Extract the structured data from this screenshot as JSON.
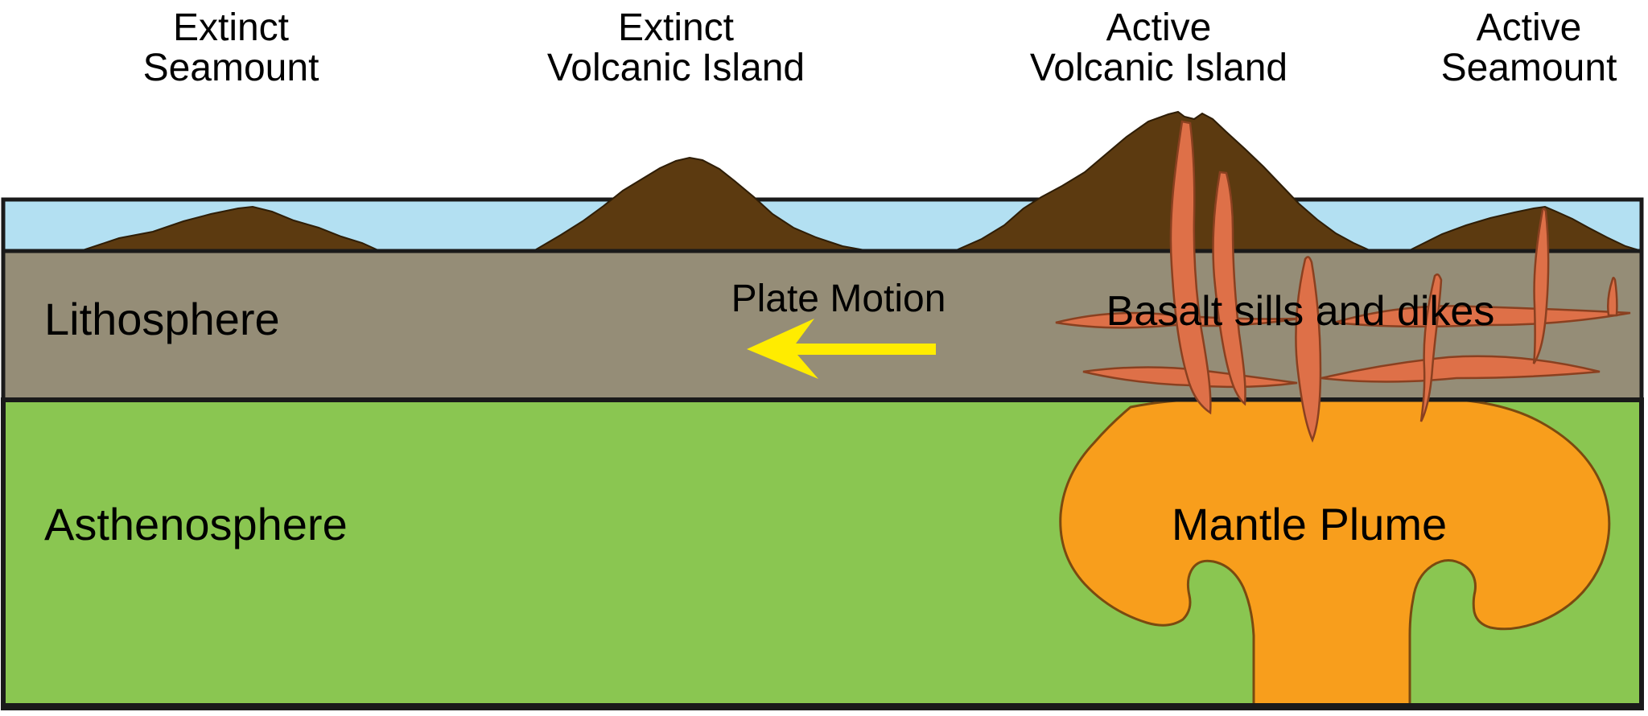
{
  "diagram": {
    "labels": {
      "extinct_seamount": {
        "line1": "Extinct",
        "line2": "Seamount"
      },
      "extinct_volcanic_island": {
        "line1": "Extinct",
        "line2": "Volcanic Island"
      },
      "active_volcanic_island": {
        "line1": "Active",
        "line2": "Volcanic Island"
      },
      "active_seamount": {
        "line1": "Active",
        "line2": "Seamount"
      },
      "lithosphere": "Lithosphere",
      "asthenosphere": "Asthenosphere",
      "plate_motion": "Plate Motion",
      "basalt_sills_and_dikes": "Basalt sills and dikes",
      "mantle_plume": "Mantle Plume"
    },
    "colors": {
      "sky": "#FFFFFF",
      "water": "#B3E0F2",
      "lithosphere": "#958D77",
      "asthenosphere": "#8AC651",
      "mountain": "#5C3A10",
      "dike": "#DE7048",
      "mantle_plume": "#F89E1C",
      "arrow": "#FFEC00",
      "outline": "#1A1A1A",
      "text": "#000000"
    }
  }
}
